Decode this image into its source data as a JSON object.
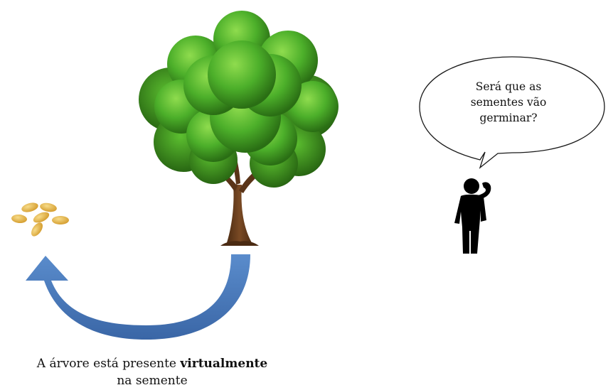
{
  "caption": {
    "prefix": "A árvore está presente ",
    "emphasis": "virtualmente",
    "line2": "na semente"
  },
  "speech_bubble": {
    "line1": "Será que as",
    "line2": "sementes vão",
    "line3": "germinar?"
  },
  "colors": {
    "foliage_dark": "#2e7d18",
    "foliage_mid": "#4caf2a",
    "foliage_light": "#7ccf45",
    "trunk": "#6b3f1f",
    "arrow": "#4a78b8",
    "seed": "#e8b84a",
    "person": "#000000"
  },
  "icons": [
    "tree-icon",
    "seeds-icon",
    "curved-arrow-icon",
    "thinking-person-icon",
    "speech-bubble-icon"
  ]
}
